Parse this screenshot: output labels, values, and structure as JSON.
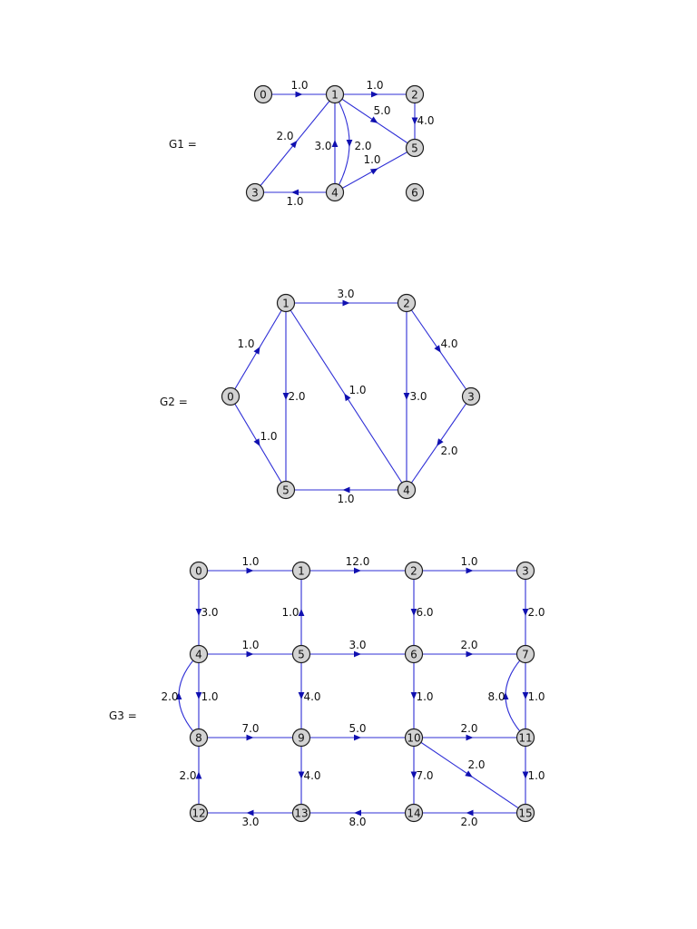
{
  "colors": {
    "edge": "#2f2fd6",
    "arrow": "#1010b0",
    "node_fill": "#d3d3d3",
    "node_stroke": "#1c1c1c"
  },
  "graphs": [
    {
      "id": "g1",
      "label": "G1 =",
      "nodes": [
        "0",
        "1",
        "2",
        "3",
        "4",
        "5",
        "6"
      ],
      "edges": [
        {
          "from": "0",
          "to": "1",
          "weight": "1.0"
        },
        {
          "from": "1",
          "to": "2",
          "weight": "1.0"
        },
        {
          "from": "1",
          "to": "5",
          "weight": "5.0"
        },
        {
          "from": "2",
          "to": "5",
          "weight": "4.0"
        },
        {
          "from": "3",
          "to": "1",
          "weight": "2.0"
        },
        {
          "from": "4",
          "to": "1",
          "weight": "3.0"
        },
        {
          "from": "1",
          "to": "4",
          "weight": "2.0"
        },
        {
          "from": "4",
          "to": "5",
          "weight": "1.0"
        },
        {
          "from": "4",
          "to": "3",
          "weight": "1.0"
        }
      ]
    },
    {
      "id": "g2",
      "label": "G2 =",
      "nodes": [
        "0",
        "1",
        "2",
        "3",
        "4",
        "5"
      ],
      "edges": [
        {
          "from": "0",
          "to": "1",
          "weight": "1.0"
        },
        {
          "from": "1",
          "to": "2",
          "weight": "3.0"
        },
        {
          "from": "2",
          "to": "3",
          "weight": "4.0"
        },
        {
          "from": "0",
          "to": "5",
          "weight": "1.0"
        },
        {
          "from": "1",
          "to": "5",
          "weight": "2.0"
        },
        {
          "from": "4",
          "to": "1",
          "weight": "1.0"
        },
        {
          "from": "2",
          "to": "4",
          "weight": "3.0"
        },
        {
          "from": "3",
          "to": "4",
          "weight": "2.0"
        },
        {
          "from": "4",
          "to": "5",
          "weight": "1.0"
        }
      ]
    },
    {
      "id": "g3",
      "label": "G3 =",
      "nodes": [
        "0",
        "1",
        "2",
        "3",
        "4",
        "5",
        "6",
        "7",
        "8",
        "9",
        "10",
        "11",
        "12",
        "13",
        "14",
        "15"
      ],
      "edges": [
        {
          "from": "0",
          "to": "1",
          "weight": "1.0"
        },
        {
          "from": "1",
          "to": "2",
          "weight": "12.0"
        },
        {
          "from": "2",
          "to": "3",
          "weight": "1.0"
        },
        {
          "from": "0",
          "to": "4",
          "weight": "3.0"
        },
        {
          "from": "5",
          "to": "1",
          "weight": "1.0"
        },
        {
          "from": "2",
          "to": "6",
          "weight": "6.0"
        },
        {
          "from": "3",
          "to": "7",
          "weight": "2.0"
        },
        {
          "from": "4",
          "to": "5",
          "weight": "1.0"
        },
        {
          "from": "5",
          "to": "6",
          "weight": "3.0"
        },
        {
          "from": "6",
          "to": "7",
          "weight": "2.0"
        },
        {
          "from": "8",
          "to": "4",
          "weight": "2.0"
        },
        {
          "from": "4",
          "to": "8",
          "weight": "1.0"
        },
        {
          "from": "5",
          "to": "9",
          "weight": "4.0"
        },
        {
          "from": "6",
          "to": "10",
          "weight": "1.0"
        },
        {
          "from": "11",
          "to": "7",
          "weight": "8.0"
        },
        {
          "from": "7",
          "to": "11",
          "weight": "1.0"
        },
        {
          "from": "8",
          "to": "9",
          "weight": "7.0"
        },
        {
          "from": "9",
          "to": "10",
          "weight": "5.0"
        },
        {
          "from": "10",
          "to": "11",
          "weight": "2.0"
        },
        {
          "from": "12",
          "to": "8",
          "weight": "2.0"
        },
        {
          "from": "9",
          "to": "13",
          "weight": "4.0"
        },
        {
          "from": "10",
          "to": "14",
          "weight": "7.0"
        },
        {
          "from": "10",
          "to": "15",
          "weight": "2.0"
        },
        {
          "from": "11",
          "to": "15",
          "weight": "1.0"
        },
        {
          "from": "13",
          "to": "12",
          "weight": "3.0"
        },
        {
          "from": "14",
          "to": "13",
          "weight": "8.0"
        },
        {
          "from": "15",
          "to": "14",
          "weight": "2.0"
        }
      ]
    }
  ]
}
